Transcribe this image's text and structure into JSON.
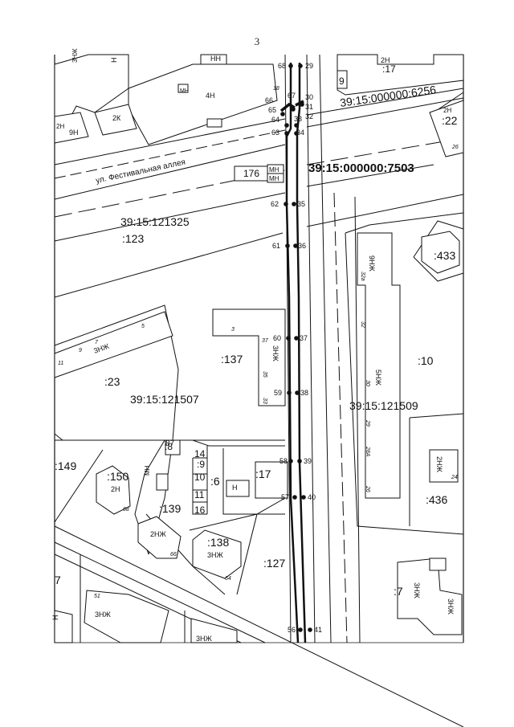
{
  "page_number": "3",
  "street": "ул. Фестивальная аллея",
  "cadastral_numbers": {
    "main": "39:15:000000:7503",
    "upper": "39:15:000000:6256",
    "q325": "39:15:121325",
    "q507": "39:15:121507",
    "q509": "39:15:121509"
  },
  "parcels": {
    "p123": ":123",
    "p137": ":137",
    "p23": ":23",
    "p10": ":10",
    "p433": ":433",
    "p149": ":149",
    "p150": ":150",
    "p139": ":139",
    "p138": ":138",
    "p127": ":127",
    "p17a": ":17",
    "p17b": ":17",
    "p6": ":6",
    "p22": ":22",
    "p436": ":436",
    "p7a": ":7",
    "p7b": "7",
    "p9": ":9",
    "p8": ":8"
  },
  "parcel_marks": {
    "n9": "9",
    "n14": "14",
    "n10": "10",
    "n11": "11",
    "n16": "16",
    "n87": "87",
    "n176": "176"
  },
  "points_left": [
    "68",
    "66",
    "65",
    "64",
    "63",
    "62",
    "61",
    "60",
    "59",
    "58",
    "57",
    "56"
  ],
  "points_right": [
    "29",
    "67",
    "30",
    "31",
    "32",
    "33",
    "34",
    "35",
    "36",
    "37",
    "38",
    "39",
    "40",
    "41"
  ],
  "building_labels": {
    "b4n": "4Н",
    "b2k": "2К",
    "b9n": "9Н",
    "bnTop": "Н",
    "b2nTop": "2Н",
    "bmn1": "МН",
    "bmn2": "МН",
    "bmn3": "МН",
    "b3nzh": "3НЖ",
    "b3nzh2": "3НЖ",
    "b9nzh": "9НЖ",
    "b5nzh": "5НЖ",
    "b2nzh": "2НЖ",
    "b2nzh2": "2НЖ",
    "b3nzh3": "3НЖ",
    "b3nzh4": "3НЖ",
    "b2n": "2Н",
    "b3nzh5": "3НЖ",
    "b3nzh6": "3НЖ",
    "b2nR": "2Н",
    "bN": "Н",
    "bN2": "Н",
    "b2nL": "2Н",
    "b3nzhL": "3НЖ",
    "bnTopMid": "НН",
    "b3nzhR2": "3НЖ",
    "bMNbig": "МН"
  },
  "house_numbers": {
    "h3": "3",
    "h37": "37",
    "h35": "35",
    "h33": "33",
    "h32a": "32а",
    "h32": "32",
    "h30": "30",
    "h29": "29",
    "h28a": "28А",
    "h26": "26",
    "h5": "5",
    "h7": "7",
    "h9": "9",
    "h11": "11",
    "h68": "68",
    "h66": "66",
    "h64": "64",
    "h24": "24",
    "h51": "51",
    "h18": "18",
    "h26b": "26"
  },
  "colors": {
    "ink": "#111111",
    "background": "#ffffff"
  }
}
